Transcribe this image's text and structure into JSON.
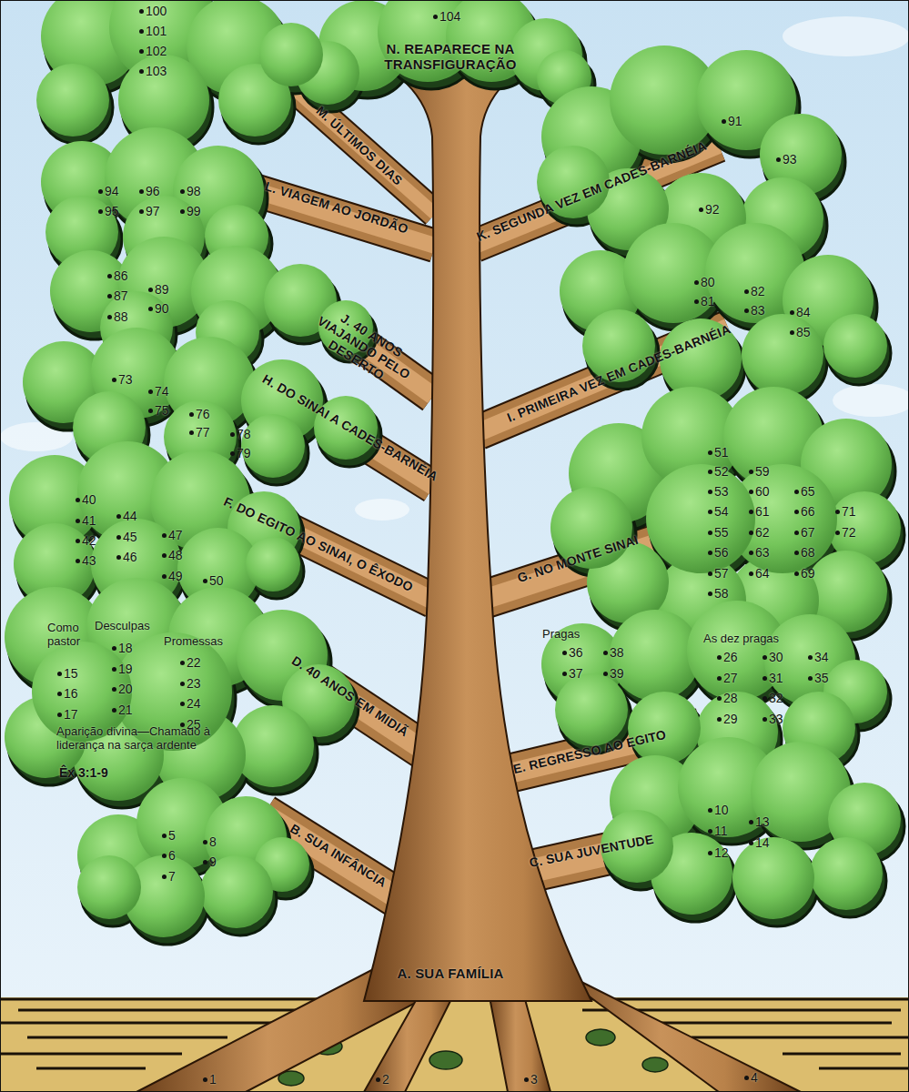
{
  "diagram": {
    "labels": [
      "A. SUA FAMÍLIA",
      "B. SUA INFÂNCIA",
      "C. SUA JUVENTUDE",
      "D. 40 ANOS EM MIDIÃ",
      "E. REGRESSO AO EGITO",
      "F. DO EGITO AO SINAI, O ÊXODO",
      "G. NO MONTE SINAI",
      "H. DO SINAI A CADES-BARNÉIA",
      "I. PRIMEIRA VEZ EM CADES-BARNÉIA",
      "J. 40 ANOS VIAJANDO PELO DESERTO",
      "K. SEGUNDA VEZ EM CADES-BARNÉIA",
      "L. VIAGEM AO JORDÃO",
      "M. ÚLTIMOS DIAS",
      "N. REAPARECE NA TRANSFIGURAÇÃO",
      "Como pastor",
      "Desculpas",
      "Promessas",
      "Aparição divina—Chamado à liderança na sarça ardente",
      "Êx 3:1-9",
      "Pragas",
      "As dez pragas",
      "1",
      "2",
      "3",
      "4",
      "5",
      "6",
      "7",
      "8",
      "9",
      "10",
      "11",
      "12",
      "13",
      "14",
      "15",
      "16",
      "17",
      "18",
      "19",
      "20",
      "21",
      "22",
      "23",
      "24",
      "25",
      "26",
      "27",
      "28",
      "29",
      "30",
      "31",
      "32",
      "33",
      "34",
      "35",
      "36",
      "37",
      "38",
      "39",
      "40",
      "41",
      "42",
      "43",
      "44",
      "45",
      "46",
      "47",
      "48",
      "49",
      "50",
      "51",
      "52",
      "53",
      "54",
      "55",
      "56",
      "57",
      "58",
      "59",
      "60",
      "61",
      "62",
      "63",
      "64",
      "65",
      "66",
      "67",
      "68",
      "69",
      "71",
      "72",
      "73",
      "74",
      "75",
      "76",
      "77",
      "78",
      "79",
      "80",
      "81",
      "82",
      "83",
      "84",
      "85",
      "86",
      "87",
      "88",
      "89",
      "90",
      "91",
      "92",
      "93",
      "94",
      "95",
      "96",
      "97",
      "98",
      "99",
      "100",
      "101",
      "102",
      "103",
      "104"
    ]
  }
}
